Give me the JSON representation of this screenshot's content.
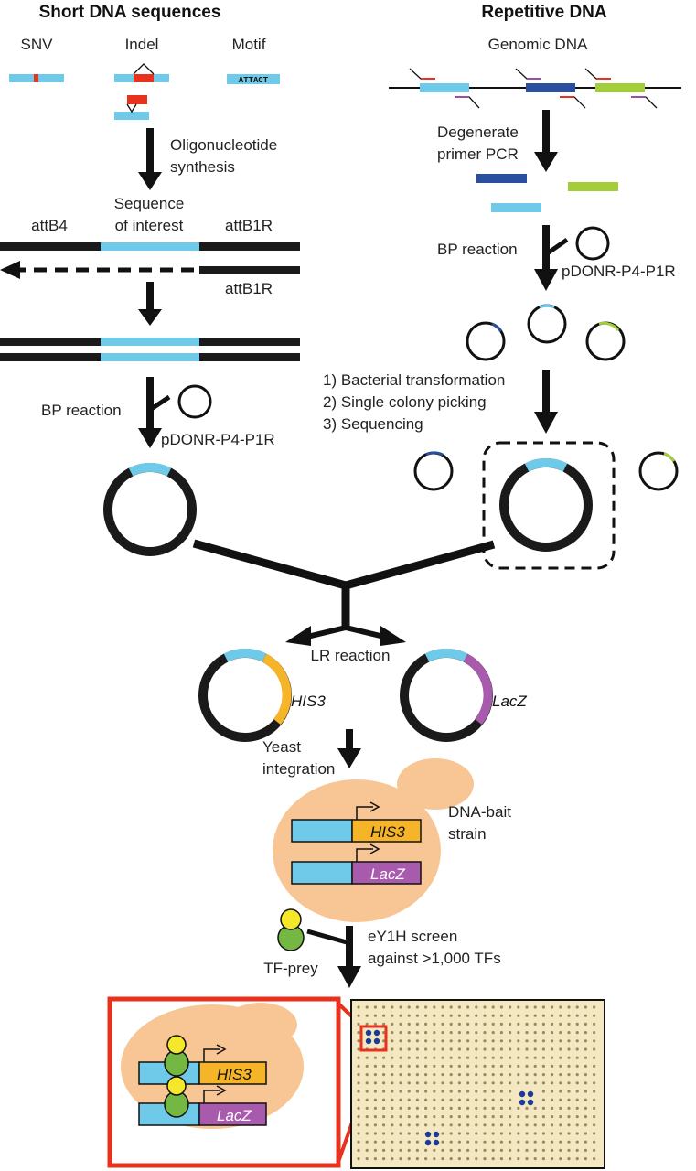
{
  "headers": {
    "left": "Short DNA sequences",
    "right": "Repetitive DNA"
  },
  "left": {
    "types": [
      "SNV",
      "Indel",
      "Motif"
    ],
    "motif_seq": "ATTACT",
    "step_synthesis": [
      "Oligonucleotide",
      "synthesis"
    ],
    "seq_of_interest": [
      "Sequence",
      "of interest"
    ],
    "attB4": "attB4",
    "attB1R_top": "attB1R",
    "attB1R_bottom": "attB1R",
    "bp_reaction": "BP reaction",
    "vector": "pDONR-P4-P1R"
  },
  "right": {
    "genomic": "Genomic DNA",
    "pcr": [
      "Degenerate",
      "primer PCR"
    ],
    "bp_reaction": "BP reaction",
    "vector": "pDONR-P4-P1R",
    "steps": [
      "1) Bacterial transformation",
      "2) Single colony picking",
      "3) Sequencing"
    ]
  },
  "merge": {
    "lr_reaction": "LR reaction",
    "his3": "HIS3",
    "lacz": "LacZ"
  },
  "yeast": {
    "integration": [
      "Yeast",
      "integration"
    ],
    "bait_label": [
      "DNA-bait",
      "strain"
    ],
    "his3": "HIS3",
    "lacz": "LacZ"
  },
  "screen": {
    "tf_prey": "TF-prey",
    "label": [
      "eY1H screen",
      "against >1,000 TFs"
    ],
    "his3": "HIS3",
    "lacz": "LacZ"
  },
  "colors": {
    "cyan": "#6ecae8",
    "red": "#e8321e",
    "navy": "#2a4f9e",
    "lime": "#a3cd3a",
    "purple_primer": "#9b4fa0",
    "orange": "#f6b529",
    "magenta": "#a85aac",
    "yeast": "#f7c694",
    "yellow": "#f5e72a",
    "green": "#74b843",
    "plate": "#f3e8c2",
    "dot": "#9a8a5a",
    "blue_dot": "#1c3a96"
  }
}
